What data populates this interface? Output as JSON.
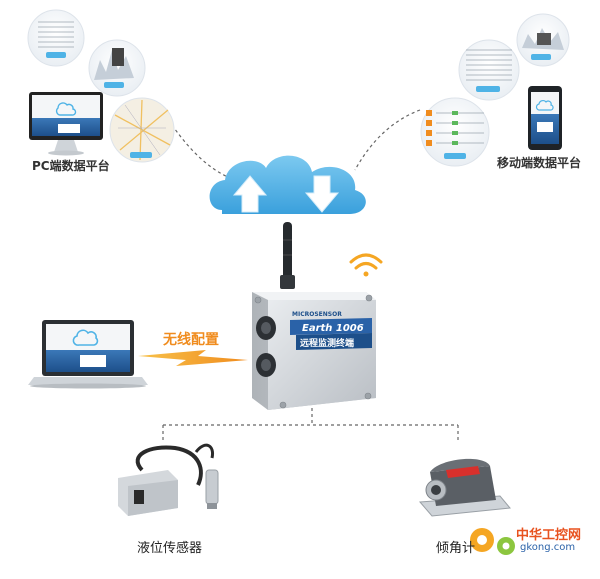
{
  "labels": {
    "pc_platform": "PC端数据平台",
    "mobile_platform": "移动端数据平台",
    "wireless_config": "无线配置",
    "liquid_sensor": "液位传感器",
    "tilt_meter": "倾角计"
  },
  "device": {
    "brand": "MICROSENSOR",
    "model": "Earth 1006",
    "subtitle": "远程监测终端"
  },
  "watermark": {
    "text": "中华工控网",
    "url": "gkong.com"
  },
  "colors": {
    "cloud": "#4fb3e6",
    "arrow_orange": "#f5a623",
    "wifi": "#f5a623",
    "dash": "#555555",
    "label_orange": "#f08c1e"
  }
}
